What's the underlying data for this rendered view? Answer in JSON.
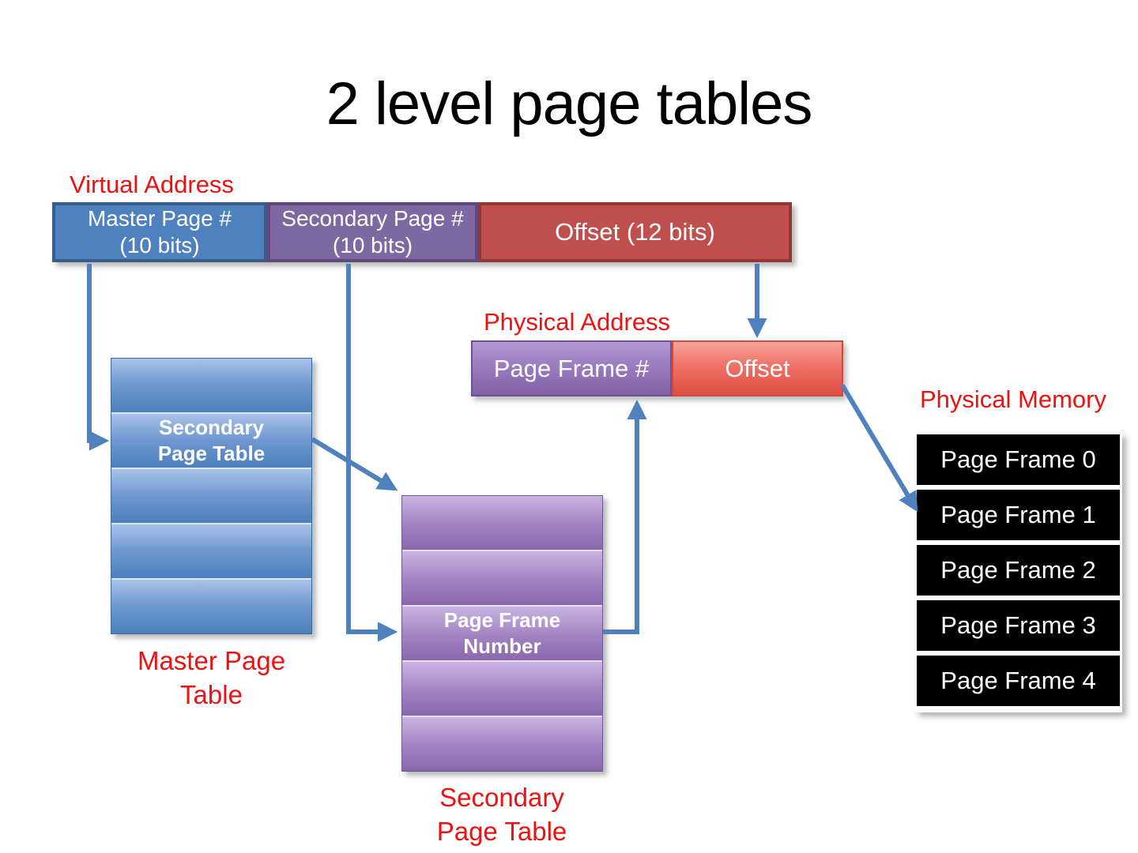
{
  "title": "2 level page tables",
  "colors": {
    "accent_blue": "#4e81bd",
    "accent_purple": "#8064a2",
    "accent_dark_red": "#c0504d",
    "accent_salmon": "#e8564b",
    "label_red": "#ee1111",
    "frame_black": "#000000",
    "arrow_blue": "#4e81bd"
  },
  "virtual_address": {
    "label": "Virtual Address",
    "segments": [
      {
        "line1": "Master Page #",
        "line2": "(10 bits)"
      },
      {
        "line1": "Secondary Page #",
        "line2": "(10 bits)"
      },
      {
        "line1": "Offset (12 bits)",
        "line2": ""
      }
    ]
  },
  "physical_address": {
    "label": "Physical Address",
    "segments": [
      {
        "text": "Page Frame #"
      },
      {
        "text": "Offset"
      }
    ]
  },
  "master_table": {
    "caption": "Master Page\nTable",
    "rows": [
      {
        "line1": "",
        "line2": ""
      },
      {
        "line1": "Secondary",
        "line2": "Page Table"
      },
      {
        "line1": "",
        "line2": ""
      },
      {
        "line1": "",
        "line2": ""
      },
      {
        "line1": "",
        "line2": ""
      }
    ]
  },
  "secondary_table": {
    "caption": "Secondary\nPage Table",
    "rows": [
      {
        "line1": "",
        "line2": ""
      },
      {
        "line1": "",
        "line2": ""
      },
      {
        "line1": "Page Frame",
        "line2": "Number"
      },
      {
        "line1": "",
        "line2": ""
      },
      {
        "line1": "",
        "line2": ""
      }
    ]
  },
  "physical_memory": {
    "label": "Physical Memory",
    "frames": [
      "Page Frame 0",
      "Page Frame 1",
      "Page Frame 2",
      "Page Frame 3",
      "Page Frame 4"
    ]
  },
  "connections": [
    {
      "from": "master-page-number-field",
      "to": "master-table-row-2"
    },
    {
      "from": "secondary-page-number-field",
      "to": "secondary-table-row-3"
    },
    {
      "from": "master-table-row-2",
      "to": "secondary-table-top"
    },
    {
      "from": "secondary-table-row-3",
      "to": "page-frame-number-field"
    },
    {
      "from": "offset-12bits-field",
      "to": "physical-offset-field"
    },
    {
      "from": "physical-offset-field",
      "to": "page-frame-1"
    }
  ]
}
